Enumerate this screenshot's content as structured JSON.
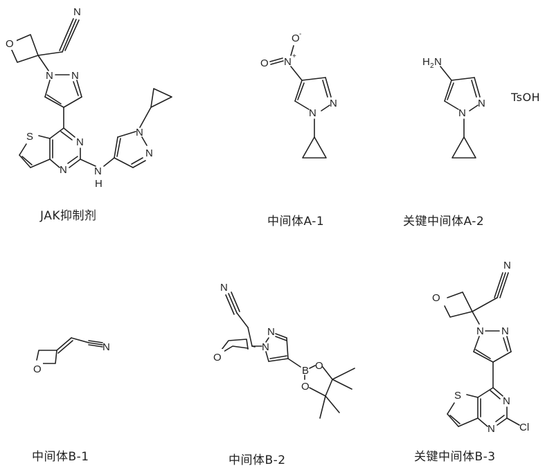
{
  "figure": {
    "compounds": [
      {
        "id": "jak",
        "label": "JAK抑制剂",
        "atoms": [
          "N",
          "O",
          "N",
          "N",
          "S",
          "N",
          "N",
          "N",
          "H",
          "N",
          "N"
        ]
      },
      {
        "id": "a1",
        "label": "中间体A-1",
        "atoms": [
          "O-",
          "O",
          "N+",
          "N",
          "N"
        ]
      },
      {
        "id": "a2",
        "label": "关键中间体A-2",
        "atoms": [
          "H2N",
          "N",
          "N"
        ],
        "salt": "TsOH"
      },
      {
        "id": "b1",
        "label": "中间体B-1",
        "atoms": [
          "O",
          "N"
        ]
      },
      {
        "id": "b2",
        "label": "中间体B-2",
        "atoms": [
          "N",
          "O",
          "N",
          "N",
          "B",
          "O",
          "O"
        ]
      },
      {
        "id": "b3",
        "label": "关键中间体B-3",
        "atoms": [
          "N",
          "O",
          "N",
          "N",
          "S",
          "N",
          "N",
          "Cl"
        ]
      }
    ]
  }
}
